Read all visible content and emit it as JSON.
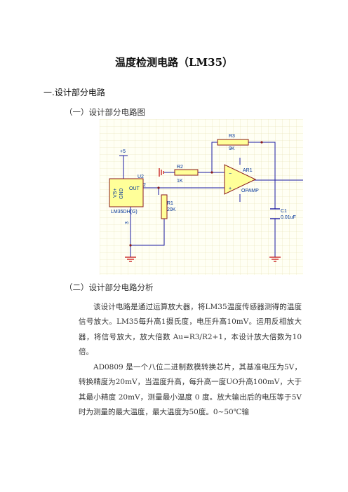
{
  "document": {
    "title": "温度检测电路（LM35）",
    "section1": "一.设计部分电路",
    "sub1": "（一）设计部分电路图",
    "sub2": "（二）设计部分电路分析",
    "para1": "该设计电路是通过运算放大器，将LM35温度传感器测得的温度信号放大。LM35每升高1摄氏度，电压升高10mV。运用反相放大器，将信号放大，放大倍数 Au=R3/R2+1，本设计放大倍数为10倍。",
    "para2": "AD0809 是一个八位二进制数模转换芯片，其基准电压为5V，转换精度为20mV，当温度升高，每升高一度UO升高100mV，大于其最小精度 20mV，测量最小温度 0 度。放大输出后的电压等于5V时为测量的最大温度，最大温度为50度。0~50℃输"
  },
  "schematic": {
    "labels": {
      "vcc": "+5",
      "u2": "U2",
      "vs": "VS+",
      "out": "OUT",
      "gnd": "GND",
      "part": "LM35DH(G)",
      "pin2": "2",
      "pin3": "3",
      "r1": "R1",
      "r1v": "20K",
      "r2": "R2",
      "r2v": "1K",
      "r3": "R3",
      "r3v": "9K",
      "ar1": "AR1",
      "opamp": "OPAMP",
      "c1": "C1",
      "c1v": "0.01uF",
      "minus": "−",
      "plus": "+"
    },
    "colors": {
      "grid": "#e6e0b0",
      "wire": "#1a1aa0",
      "component_fill": "#ffff99",
      "component_stroke": "#8a1a1a",
      "background": "#fffff4",
      "ground": "#c00000"
    }
  }
}
